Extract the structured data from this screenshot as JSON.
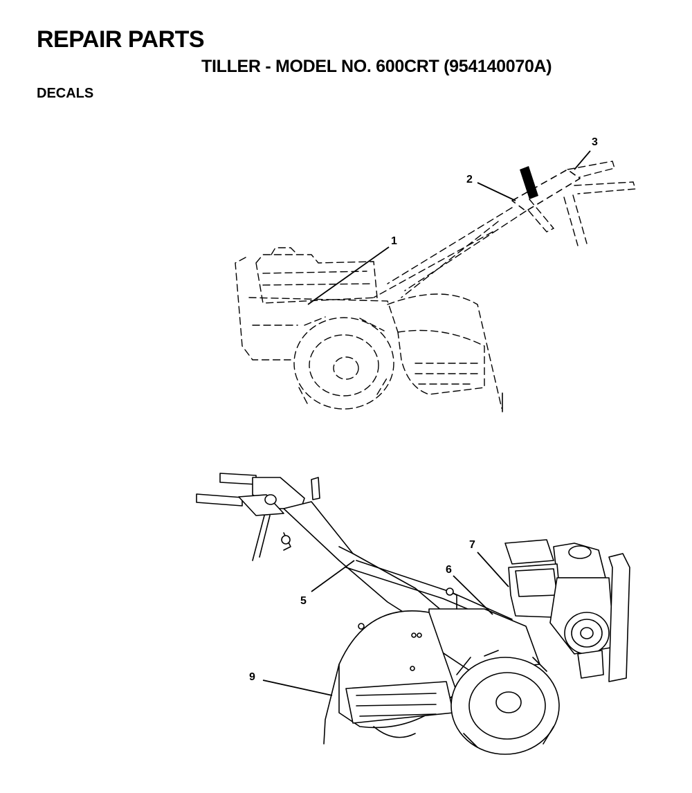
{
  "header": {
    "title": "REPAIR PARTS",
    "subtitle": "TILLER - MODEL NO. 600CRT (954140070A)",
    "section": "DECALS"
  },
  "callouts": [
    "1",
    "2",
    "3",
    "5",
    "6",
    "7",
    "9"
  ]
}
